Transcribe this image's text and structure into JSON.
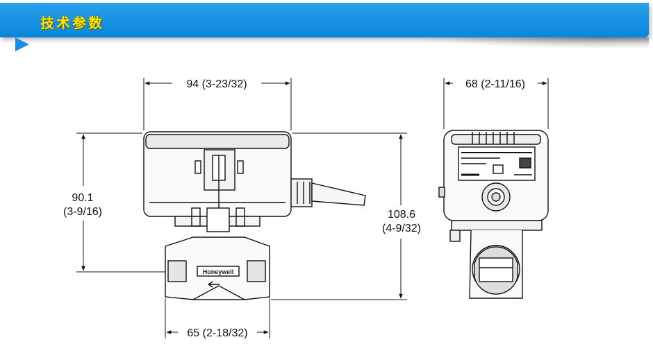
{
  "header": {
    "title": "技术参数"
  },
  "logo": {
    "brand": "Honeywell"
  },
  "dimensions": {
    "top_width": "94 (3-23/32)",
    "side_width": "68 (2-11/16)",
    "height_body_mm": "90.1",
    "height_body_in": "(3-9/16)",
    "height_total_mm": "108.6",
    "height_total_in": "(4-9/32)",
    "bottom_width": "65 (2-18/32)"
  },
  "colors": {
    "header_blue": "#0a86da",
    "title_yellow": "#ffe600"
  }
}
